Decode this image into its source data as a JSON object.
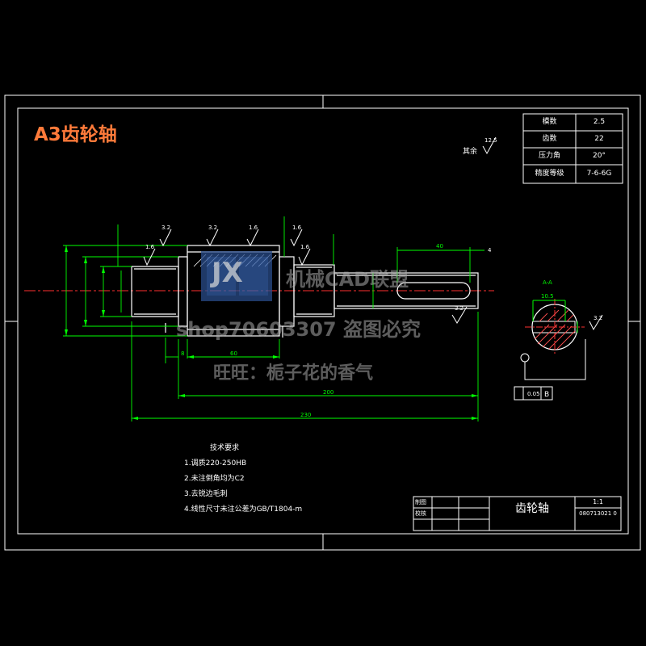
{
  "header": {
    "title": "A3齿轮轴"
  },
  "gear_params": {
    "rows": [
      {
        "label": "模数",
        "value": "2.5"
      },
      {
        "label": "齿数",
        "value": "22"
      },
      {
        "label": "压力角",
        "value": "20°"
      },
      {
        "label": "精度等级",
        "value": "7-6-6G"
      }
    ]
  },
  "roughness_note": {
    "label": "其余",
    "value": "12.5"
  },
  "watermarks": {
    "brand": "机械CAD联盟",
    "shop": "shop70603307 盗图必究",
    "wangwang": "旺旺：栀子花的香气",
    "logo": "JX"
  },
  "tech_requirements": {
    "heading": "技术要求",
    "items": [
      "1.调质220-250HB",
      "2.未注倒角均为C2",
      "3.去锐边毛刺",
      "4.线性尺寸未注公差为GB/T1804-m"
    ]
  },
  "title_block": {
    "part_name": "齿轮轴",
    "scale": "1:1",
    "drawing_no": "080713021 0",
    "rows": [
      {
        "label": "制图"
      },
      {
        "label": "校核"
      }
    ]
  },
  "dimensions": {
    "len_60": "60",
    "len_8": "8",
    "len_200": "200",
    "len_230": "230",
    "len_40": "40",
    "chamfer_4": "4",
    "ra_32a": "3.2",
    "ra_32b": "3.2",
    "ra_16a": "1.6",
    "ra_16b": "1.6",
    "ra_16c": "1.6",
    "ra_16d": "1.6",
    "ra_32c": "3.2",
    "ra_32d": "3.2",
    "section_label": "A-A",
    "section_width": "10.5",
    "runout": "0.05",
    "datum": "B"
  },
  "colors": {
    "line": "#ffffff",
    "dim": "#00ff00",
    "center": "#ff3030",
    "hatch": "#ffffff",
    "accent": "#ff7a3a"
  }
}
